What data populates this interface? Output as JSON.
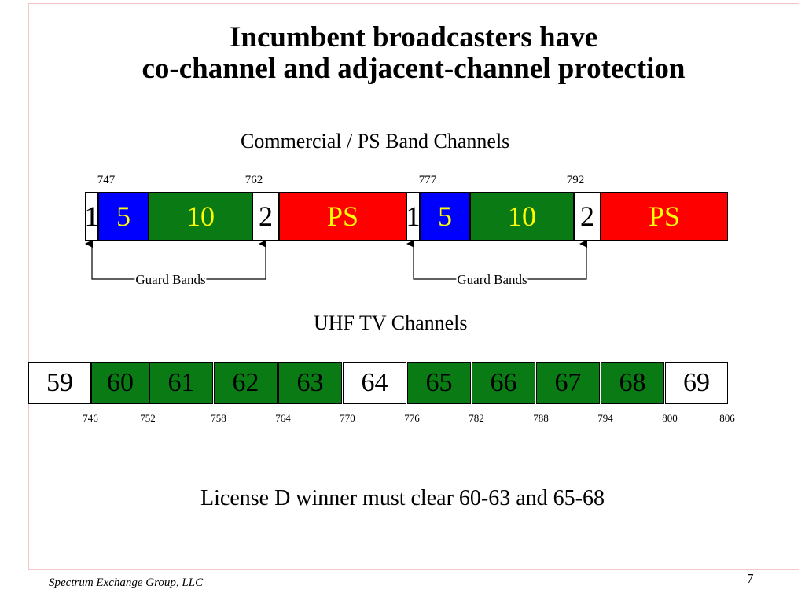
{
  "title": {
    "line1": "Incumbent broadcasters have",
    "line2": "co-channel and adjacent-channel protection"
  },
  "band_section": {
    "heading": "Commercial / PS Band Channels",
    "frequency_labels": [
      "747",
      "762",
      "777",
      "792"
    ],
    "blocks": [
      {
        "label": "1",
        "fill": "#ffffff",
        "text_color": "#000000"
      },
      {
        "label": "5",
        "fill": "#0000ff",
        "text_color": "#ffff00"
      },
      {
        "label": "10",
        "fill": "#0a7a14",
        "text_color": "#ffff00"
      },
      {
        "label": "2",
        "fill": "#ffffff",
        "text_color": "#000000"
      },
      {
        "label": "PS",
        "fill": "#ff0000",
        "text_color": "#ffff00"
      },
      {
        "label": "1",
        "fill": "#ffffff",
        "text_color": "#000000"
      },
      {
        "label": "5",
        "fill": "#0000ff",
        "text_color": "#ffff00"
      },
      {
        "label": "10",
        "fill": "#0a7a14",
        "text_color": "#ffff00"
      },
      {
        "label": "2",
        "fill": "#ffffff",
        "text_color": "#000000"
      },
      {
        "label": "PS",
        "fill": "#ff0000",
        "text_color": "#ffff00"
      }
    ],
    "guard_band_labels": [
      "Guard Bands",
      "Guard Bands"
    ]
  },
  "uhf_section": {
    "heading": "UHF TV Channels",
    "channels": [
      {
        "label": "59",
        "fill": "#ffffff"
      },
      {
        "label": "60",
        "fill": "#0a7a14"
      },
      {
        "label": "61",
        "fill": "#0a7a14"
      },
      {
        "label": "62",
        "fill": "#0a7a14"
      },
      {
        "label": "63",
        "fill": "#0a7a14"
      },
      {
        "label": "64",
        "fill": "#ffffff"
      },
      {
        "label": "65",
        "fill": "#0a7a14"
      },
      {
        "label": "66",
        "fill": "#0a7a14"
      },
      {
        "label": "67",
        "fill": "#0a7a14"
      },
      {
        "label": "68",
        "fill": "#0a7a14"
      },
      {
        "label": "69",
        "fill": "#ffffff"
      }
    ],
    "frequency_labels": [
      "746",
      "752",
      "758",
      "764",
      "770",
      "776",
      "782",
      "788",
      "794",
      "800",
      "806"
    ]
  },
  "note": "License D winner must clear 60-63 and 65-68",
  "footer": "Spectrum Exchange Group, LLC",
  "page_number": "7"
}
